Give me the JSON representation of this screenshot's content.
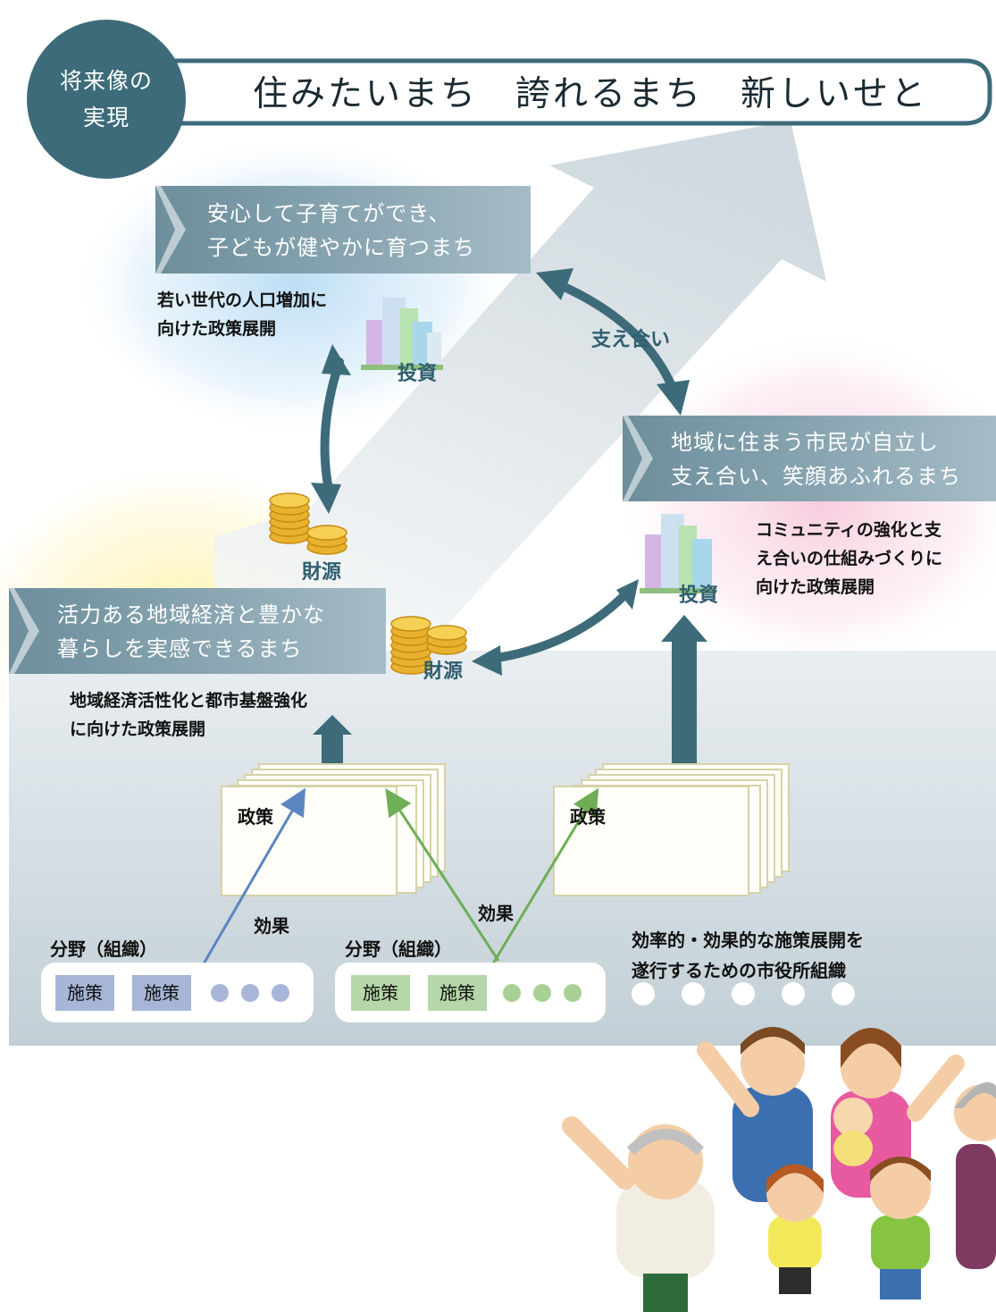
{
  "header": {
    "badge_line1": "将来像の",
    "badge_line2": "実現",
    "slogan": "住みたいまち　誇れるまち　新しいせと"
  },
  "goals": {
    "childcare": {
      "title_line1": "安心して子育てができ、",
      "title_line2": "子どもが健やかに育つまち",
      "note_line1": "若い世代の人口増加に",
      "note_line2": "向けた政策展開"
    },
    "community": {
      "title_line1": "地域に住まう市民が自立し",
      "title_line2": "支え合い、笑顔あふれるまち",
      "note_line1": "コミュニティの強化と支",
      "note_line2": "え合いの仕組みづくりに",
      "note_line3": "向けた政策展開"
    },
    "economy": {
      "title_line1": "活力ある地域経済と豊かな",
      "title_line2": "暮らしを実感できるまち",
      "note_line1": "地域経済活性化と都市基盤強化",
      "note_line2": "に向けた政策展開"
    }
  },
  "labels": {
    "support": "支え合い",
    "investment_top": "投資",
    "investment_right": "投資",
    "funding_top": "財源",
    "funding_bottom": "財源",
    "policy_left": "政策",
    "policy_right": "政策",
    "effect_left": "効果",
    "effect_center": "効果"
  },
  "organization": {
    "field_left": "分野（組織）",
    "field_right": "分野（組織）",
    "measure_labels": [
      "施策",
      "施策",
      "施策",
      "施策"
    ],
    "city_hall_line1": "効率的・効果的な施策展開を",
    "city_hall_line2": "遂行するための市役所組織"
  },
  "colors": {
    "dark_teal": "#3d6b7a",
    "banner": "#7a98a5",
    "blue_measure": "#a7b5d6",
    "green_measure": "#b6d7a9",
    "blue_dot": "#a7b5d6",
    "green_dot": "#a9d094",
    "effect_blue": "#5b86c0",
    "effect_green": "#6fae57",
    "coin": "#e9b22e"
  },
  "icons": [
    "buildings-icon",
    "coin-stack-icon",
    "people-illustration"
  ]
}
